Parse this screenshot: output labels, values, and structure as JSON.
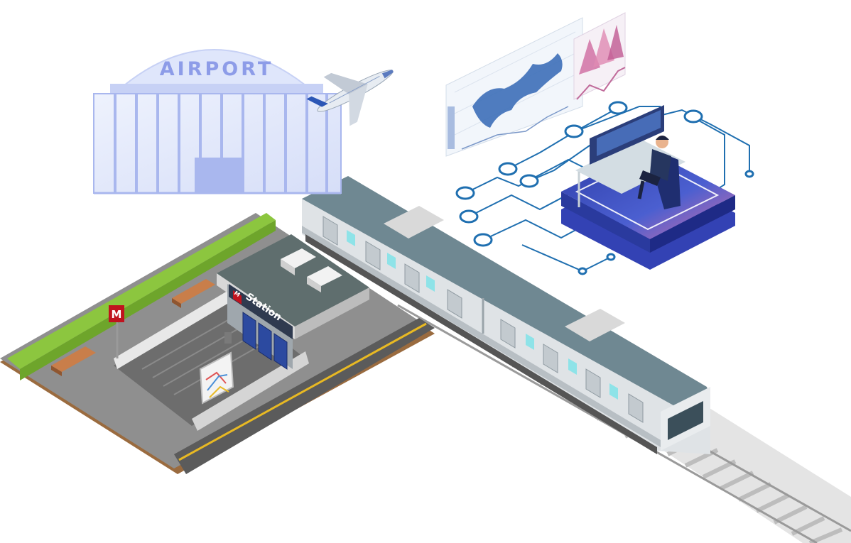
{
  "airport": {
    "sign": "AIRPORT"
  },
  "station": {
    "sign": "Station",
    "badge": "M",
    "pole_sign": "M"
  },
  "colors": {
    "airport_glass": "#dfe6fb",
    "airport_mullion": "#a9b7ee",
    "airport_sign": "#8d9ce8",
    "train_body": "#dfe3e6",
    "train_roof": "#6f8892",
    "train_window": "#8ee3e8",
    "platform": "#8a8a8a",
    "grass": "#8cc63f",
    "circuit": "#1f6fb0",
    "podium_top": "#4b5fd0",
    "podium_side": "#2a3a9e",
    "station_sign": "#c0131e",
    "bench": "#c97e4a"
  },
  "icons": [
    "airport-building-icon",
    "airplane-icon",
    "metro-station-icon",
    "train-icon",
    "railway-track-icon",
    "control-center-icon",
    "world-map-dashboard-icon",
    "bar-chart-icon",
    "line-chart-icon",
    "operator-person-icon"
  ]
}
